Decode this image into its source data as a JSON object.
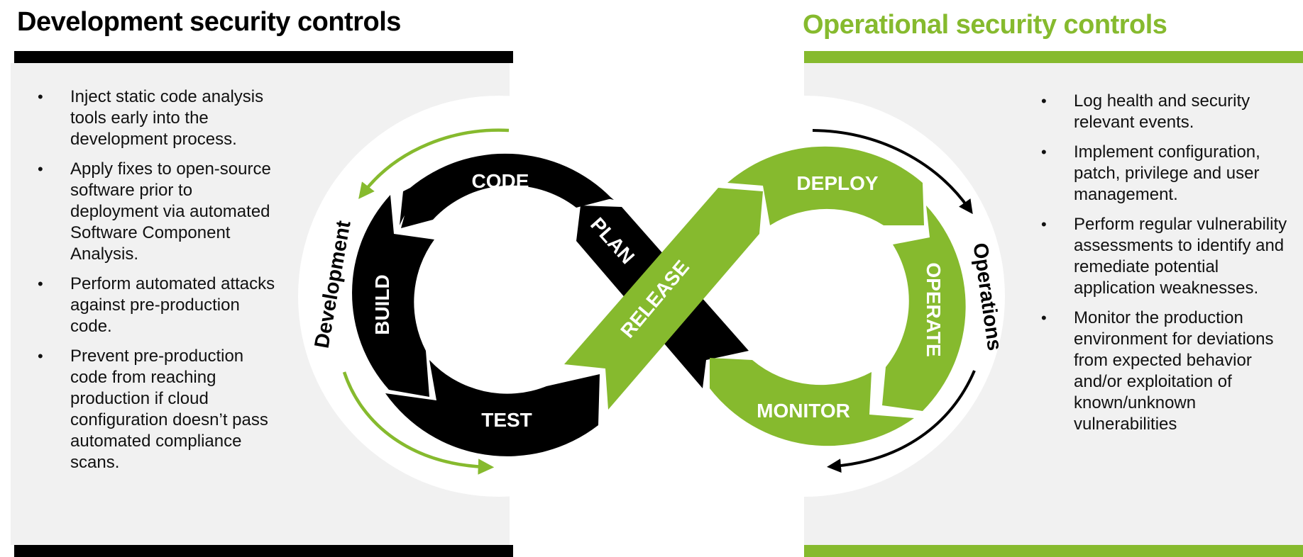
{
  "development": {
    "title": "Development security controls",
    "items": [
      "Inject static code analysis tools early into the development process.",
      "Apply fixes to open-source software prior to deployment via automated Software Component Analysis.",
      "Perform automated attacks against pre-production code.",
      "Prevent pre-production code from reaching production if cloud configuration doesn’t pass automated compliance scans."
    ]
  },
  "operational": {
    "title": "Operational security controls",
    "items": [
      "Log health and security relevant events.",
      "Implement configuration, patch, privilege and user management.",
      "Perform regular vulnerability assessments to identify and remediate potential application weaknesses.",
      "Monitor the production environment for deviations from expected behavior and/or exploitation of known/unknown vulnerabilities"
    ]
  },
  "diagram": {
    "left_loop_label": "Development",
    "right_loop_label": "Operations",
    "stages": {
      "plan": "PLAN",
      "code": "CODE",
      "build": "BUILD",
      "test": "TEST",
      "release": "RELEASE",
      "deploy": "DEPLOY",
      "operate": "OPERATE",
      "monitor": "MONITOR"
    }
  },
  "bullet_glyph": "•",
  "colors": {
    "accent_green": "#86BA2E",
    "dev_black": "#000000",
    "panel_gray": "#F1F1F1"
  }
}
